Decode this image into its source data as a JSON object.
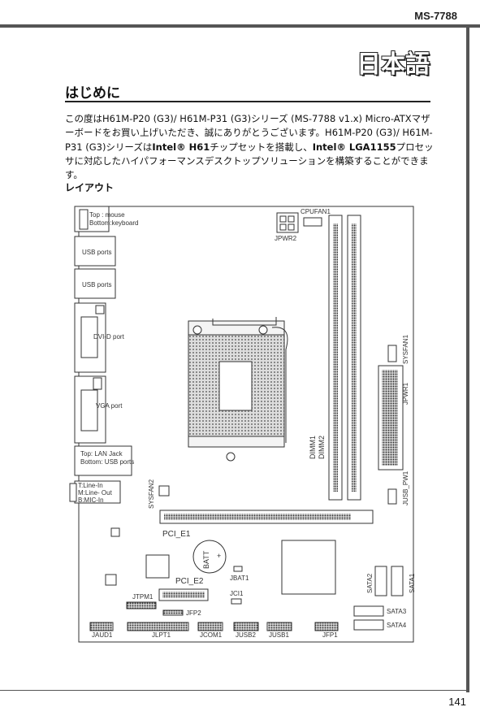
{
  "header": {
    "model": "MS-7788"
  },
  "language_title": "日本語",
  "section_title": "はじめに",
  "intro": {
    "part1": "この度はH61M-P20 (G3)/ H61M-P31 (G3)シリーズ (MS-7788 v1.x) Micro-ATXマザーボードをお買い上げいただき、誠にありがとうございます。H61M-P20 (G3)/ H61M-P31 (G3)シリーズは",
    "bold1": "Intel® H61",
    "part2": "チップセットを搭載し、",
    "bold2": "Intel® LGA1155",
    "part3": "プロセッサに対応したハイパフォーマンスデスクトップソリューションを構築することができます。"
  },
  "layout_title": "レイアウト",
  "board_labels": {
    "top_mouse": "Top : mouse",
    "bottom_keyboard": "Bottom:keyboard",
    "usb_ports_1": "USB ports",
    "usb_ports_2": "USB ports",
    "dvi_port": "DVI-D port",
    "vga_port": "VGA port",
    "lan_top": "Top: LAN Jack",
    "lan_bottom": "Bottom: USB ports",
    "line_in": "T:Line-In",
    "line_out": "M:Line- Out",
    "mic_in": "B:MIC-In",
    "cpufan": "CPUFAN1",
    "jpwr2": "JPWR2",
    "sysfan1": "SYSFAN1",
    "jpwr1": "JPWR1",
    "dimm1": "DIMM1",
    "dimm2": "DIMM2",
    "jusb_pw1": "JUSB_PW1",
    "sysfan2": "SYSFAN2",
    "pci_e1": "PCI_E1",
    "batt": "BATT",
    "batt_plus": "+",
    "jbat1": "JBAT1",
    "pci_e2": "PCI_E2",
    "jci1": "JCI1",
    "jtpm1": "JTPM1",
    "jfp2": "JFP2",
    "sata2": "SATA2",
    "sata1": "SATA1",
    "sata3": "SATA3",
    "sata4": "SATA4",
    "jaud1": "JAUD1",
    "jlpt1": "JLPT1",
    "jcom1": "JCOM1",
    "jusb2": "JUSB2",
    "jusb1": "JUSB1",
    "jfp1": "JFP1"
  },
  "page_number": "141"
}
